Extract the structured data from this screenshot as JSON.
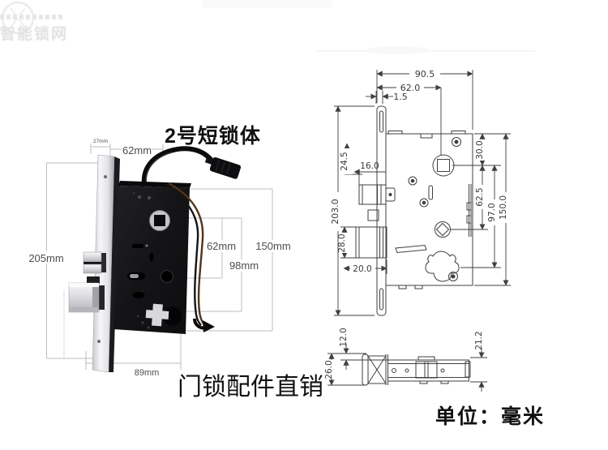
{
  "labels": {
    "product_title": "2号短锁体",
    "sales_caption": "门锁配件直销",
    "unit": "单位：毫米"
  },
  "watermark": {
    "text": "智能锁网"
  },
  "photo_dims": {
    "overall_height": "205mm",
    "faceplate_width": "27mm",
    "top_width": "62mm",
    "spindle_spacing": "62mm",
    "mid_spacing": "98mm",
    "case_height": "150mm",
    "case_width": "89mm"
  },
  "front_view": {
    "overall_width": "90.5",
    "backset": "62.0",
    "faceplate_thickness": "1.5",
    "faceplate_height": "203.0",
    "top_offset": "24.5",
    "latch_height": "16.0",
    "deadbolt_height": "28.0",
    "deadbolt_depth": "20.0",
    "top_to_spindle": "30.0",
    "spindle_to_cam": "62.5",
    "spindle_to_key": "97.0",
    "case_height": "150.0"
  },
  "side_view": {
    "top_offset": "12.0",
    "plate_width": "26.0",
    "case_thickness": "21.2"
  },
  "colors": {
    "drawing_line": "#3f3f42",
    "photo_dim_line": "#b8b8b8",
    "text": "#111111",
    "watermark": "#dedede"
  }
}
